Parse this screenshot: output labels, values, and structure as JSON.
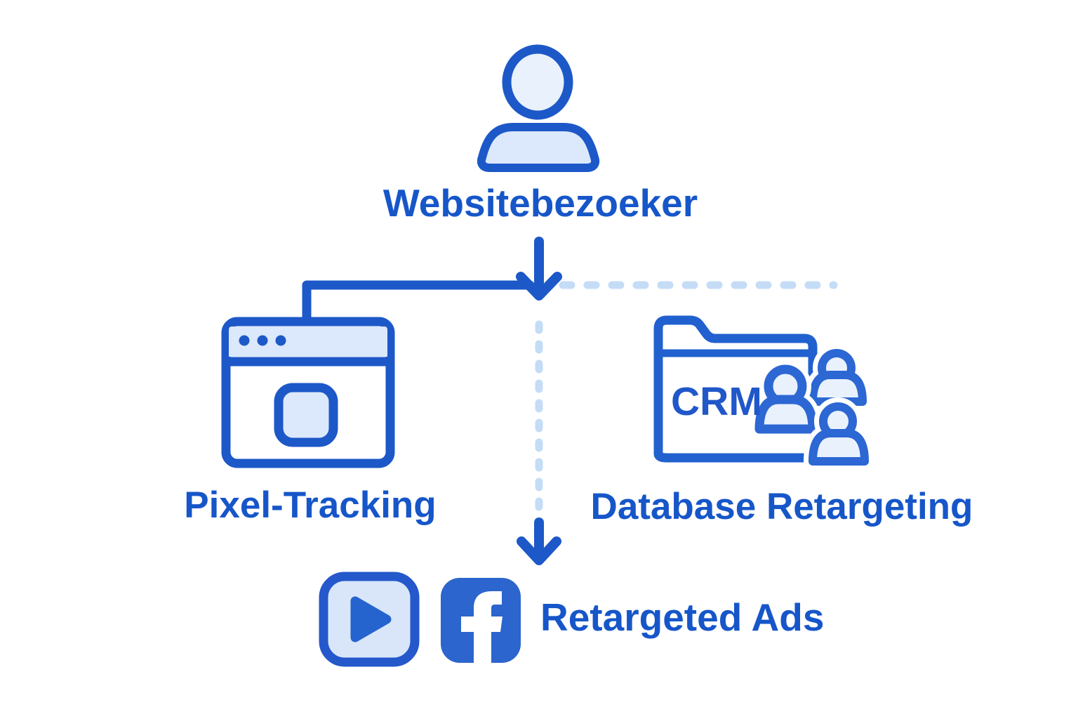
{
  "nodes": {
    "visitor": {
      "label": "Websitebezoeker",
      "icon": "user-icon"
    },
    "pixel_tracking": {
      "label": "Pixel-Tracking",
      "icon": "browser-window-icon"
    },
    "database_retargeting": {
      "label": "Database Retargeting",
      "icon": "crm-folder-icon",
      "folder_text": "CRM",
      "people_icon": "users-group-icon"
    },
    "retargeted_ads": {
      "label": "Retargeted Ads",
      "icons": [
        "video-play-icon",
        "facebook-icon"
      ]
    }
  },
  "edges": [
    {
      "from": "visitor",
      "to": "branch-point",
      "style": "solid-arrow-down"
    },
    {
      "from": "branch-point",
      "to": "pixel_tracking",
      "style": "solid-elbow-left"
    },
    {
      "from": "branch-point",
      "to": "database_retargeting",
      "style": "dashed-right"
    },
    {
      "from": "branch-point",
      "to": "retargeted_ads",
      "style": "dashed-down-solid-arrow"
    }
  ],
  "colors": {
    "primary_blue": "#1d58c8",
    "text_blue": "#1656c9",
    "bright_blue": "#2c67d3",
    "facebook_blue": "#2b65cd",
    "light_fill": "#dce8fb",
    "lighter_fill": "#e9f1fc",
    "dashed_line": "#c5dcf7",
    "background": "#ffffff"
  }
}
